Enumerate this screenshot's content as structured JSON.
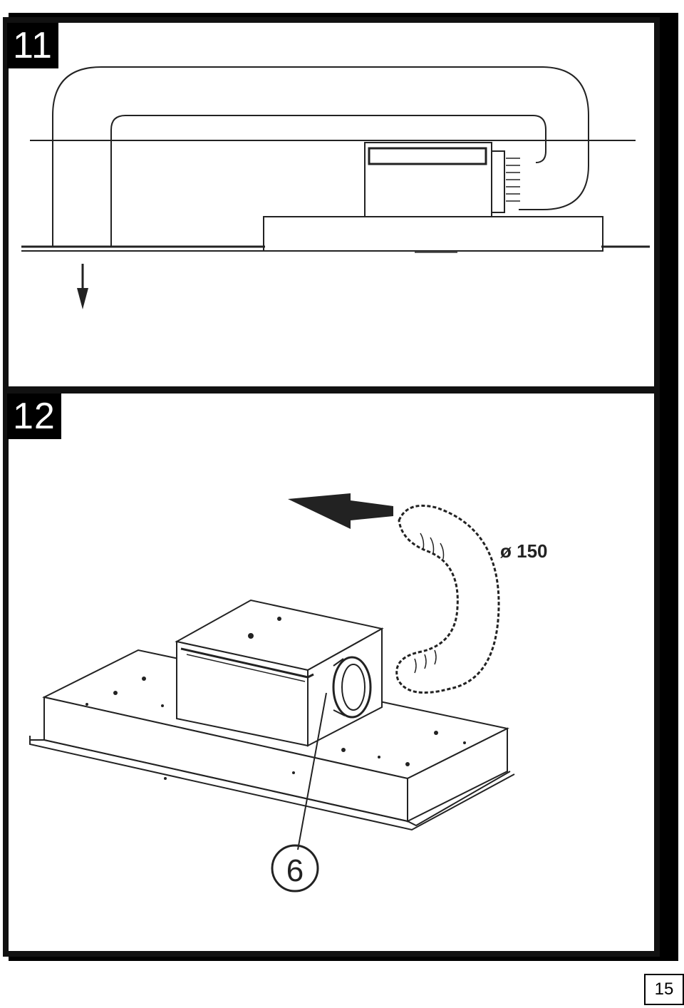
{
  "steps": {
    "step11": {
      "number": "11"
    },
    "step12": {
      "number": "12",
      "diameter_label": "ø 150",
      "callout": "6"
    }
  },
  "page": {
    "number": "15"
  },
  "colors": {
    "ink": "#111111",
    "background": "#ffffff"
  }
}
